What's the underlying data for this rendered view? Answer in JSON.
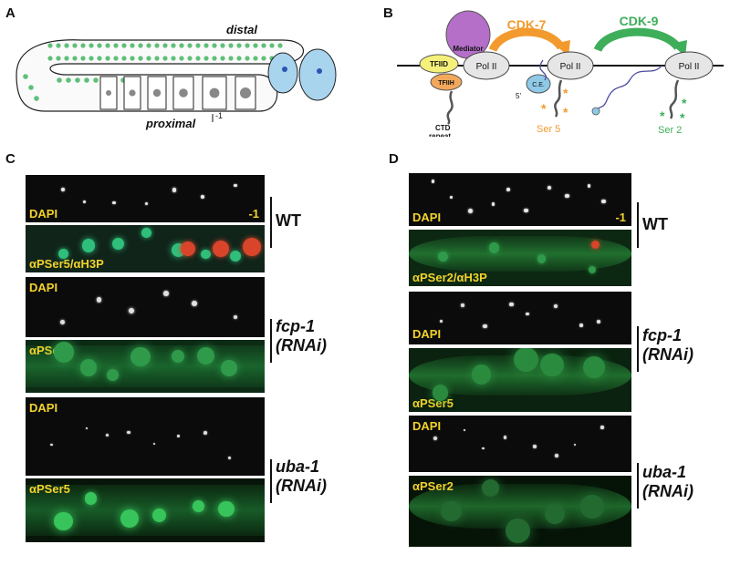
{
  "panels": {
    "A": {
      "letter": "A",
      "distal": "distal",
      "proximal": "proximal",
      "minus_one": "-1"
    },
    "B": {
      "letter": "B",
      "mediator": "Mediator",
      "tfiid": "TFIID",
      "tfiih": "TFIIH",
      "pol2": "Pol II",
      "ce": "C.E.",
      "five_prime": "5'",
      "ctd": "CTD",
      "repeat": "repeat",
      "cdk7": "CDK-7",
      "cdk9": "CDK-9",
      "ser5": "Ser 5",
      "ser2": "Ser 2"
    },
    "C": {
      "letter": "C",
      "rows": [
        {
          "label": "DAPI",
          "mark": "-1"
        },
        {
          "label": "αPSer5/αH3P"
        },
        {
          "label": "DAPI"
        },
        {
          "label": "αPSer5"
        },
        {
          "label": "DAPI"
        },
        {
          "label": "αPSer5"
        }
      ],
      "groups": [
        {
          "line1": "WT",
          "line2": ""
        },
        {
          "line1": "fcp-1",
          "line2": "(RNAi)"
        },
        {
          "line1": "uba-1",
          "line2": "(RNAi)"
        }
      ]
    },
    "D": {
      "letter": "D",
      "rows": [
        {
          "label": "DAPI",
          "mark": "-1"
        },
        {
          "label": "αPSer2/αH3P"
        },
        {
          "label": "DAPI"
        },
        {
          "label": "αPSer5"
        },
        {
          "label": "DAPI"
        },
        {
          "label": "αPSer2"
        }
      ],
      "groups": [
        {
          "line1": "WT",
          "line2": ""
        },
        {
          "line1": "fcp-1",
          "line2": "(RNAi)"
        },
        {
          "line1": "uba-1",
          "line2": "(RNAi)"
        }
      ]
    }
  },
  "colors": {
    "label_yellow": "#f2d22a",
    "cdk7_orange": "#f39a2e",
    "cdk9_green": "#3fae5a",
    "gfp_green": "#2f9a4a",
    "h3p_red": "#d8452a",
    "germ_green": "#5fbf7a",
    "oocyte_blue": "#a9d4ee"
  }
}
